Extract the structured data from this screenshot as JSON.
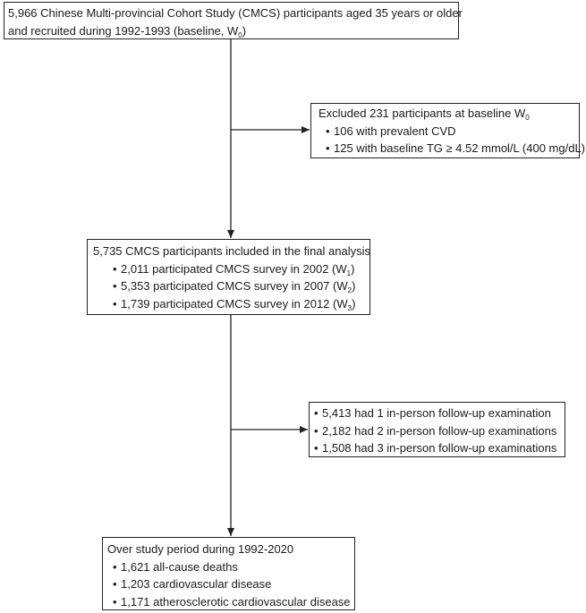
{
  "boxes": {
    "baseline": {
      "line1": "5,966 Chinese Multi-provincial Cohort Study (CMCS) participants aged 35 years or older",
      "line2": "and recruited during 1992-1993 (baseline, W",
      "line2_sub": "0",
      "line2_end": ")"
    },
    "excluded": {
      "title": "Excluded 231 participants at baseline W",
      "title_sub": "0",
      "items": [
        "106 with prevalent CVD",
        "125 with baseline TG ≥ 4.52 mmol/L (400 mg/dL)"
      ]
    },
    "included": {
      "title": "5,735 CMCS participants included in the final analysis",
      "items": [
        {
          "text": "2,011 participated CMCS survey in 2002 (W",
          "sub": "1",
          "end": ")"
        },
        {
          "text": "5,353 participated CMCS survey in 2007 (W",
          "sub": "2",
          "end": ")"
        },
        {
          "text": "1,739 participated CMCS survey in 2012 (W",
          "sub": "3",
          "end": ")"
        }
      ]
    },
    "followup": {
      "items": [
        "5,413 had 1 in-person follow-up examination",
        "2,182 had 2 in-person follow-up examinations",
        "1,508 had 3 in-person follow-up examinations"
      ]
    },
    "outcomes": {
      "title": "Over study period during 1992-2020",
      "items": [
        "1,621 all-cause deaths",
        "1,203 cardiovascular disease",
        "1,171 atherosclerotic cardiovascular disease"
      ]
    }
  },
  "bullet_char": "•",
  "colors": {
    "line": "#222222",
    "text": "#1a1a1a"
  }
}
